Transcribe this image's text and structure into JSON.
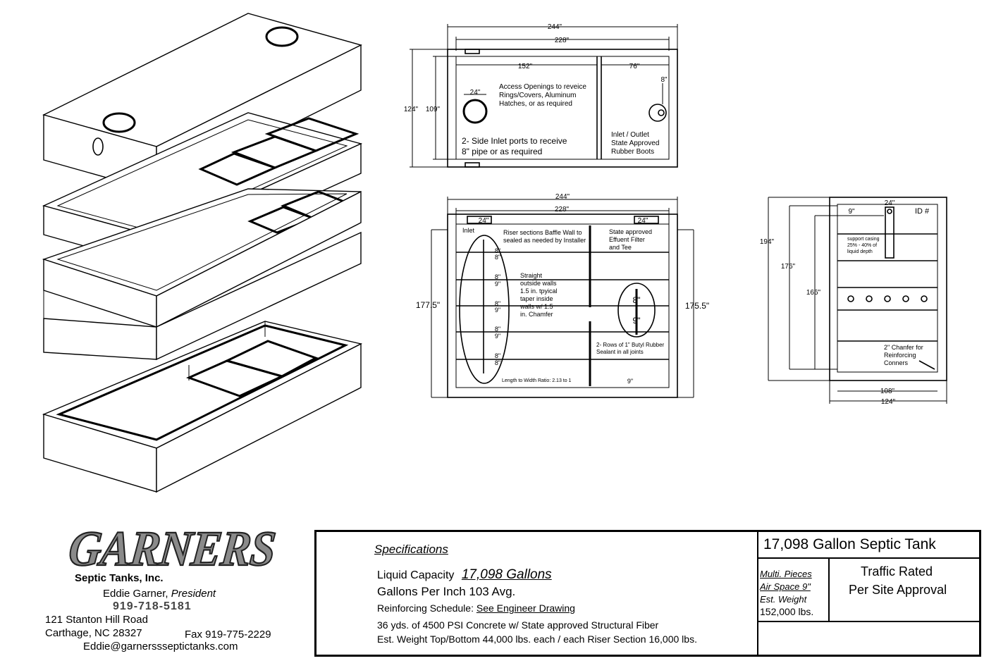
{
  "top_view": {
    "dim_overall": "244\"",
    "dim_inner": "228\"",
    "dim_left_comp": "152\"",
    "dim_right_comp": "76\"",
    "dim_outer_h": "124\"",
    "dim_inner_h": "109\"",
    "dim_access": "24\"",
    "dim_inlet": "8\"",
    "note_access_1": "Access Openings to reveice",
    "note_access_2": "Rings/Covers, Aluminum",
    "note_access_3": "Hatches, or as required",
    "note_inlet_1": "2- Side Inlet ports to receive",
    "note_inlet_2": "8\" pipe or as required",
    "note_boot_1": "Inlet / Outlet",
    "note_boot_2": "State Approved",
    "note_boot_3": "Rubber Boots"
  },
  "side_view": {
    "dim_overall": "244\"",
    "dim_inner": "228\"",
    "dim_left_24": "24\"",
    "dim_right_24": "24\"",
    "dim_left_h": "177.5\"",
    "dim_right_h": "175.5\"",
    "label_inlet": "Inlet",
    "note_riser_1": "Riser sections Baffle Wall to",
    "note_riser_2": "sealed as needed by Installer",
    "note_filter_1": "State approved",
    "note_filter_2": "Effuent Filter",
    "note_filter_3": "and Tee",
    "note_walls_1": "Straight",
    "note_walls_2": "outside walls",
    "note_walls_3": "1.5 in. tpyical",
    "note_walls_4": "taper inside",
    "note_walls_5": "walls w/  1.5",
    "note_walls_6": "in. Chamfer",
    "note_rows_1": "2- Rows of 1\" Butyl Rubber",
    "note_rows_2": "Sealant in all joints",
    "note_ratio": "Length to Width Ratio: 2.13 to 1",
    "dim_9": "9\"",
    "joint_8": "8\"",
    "joint_9": "9\""
  },
  "end_view": {
    "dim_24": "24\"",
    "dim_9": "9\"",
    "label_id": "ID #",
    "dim_194": "194\"",
    "dim_176": "176\"",
    "dim_166": "166\"",
    "note_casing_1": "support casing",
    "note_casing_2": "25% - 40% of",
    "note_casing_3": "liquid depth",
    "note_chamfer_1": "2\" Chanfer for",
    "note_chamfer_2": "Reinforcing",
    "note_chamfer_3": "Conners",
    "dim_108": "108\"",
    "dim_124": "124\""
  },
  "logo": {
    "name": "GARNERS",
    "subtitle": "Septic Tanks, Inc.",
    "person": "Eddie Garner,",
    "role": "President",
    "phone": "919-718-5181",
    "address_1": "121 Stanton Hill Road",
    "address_2": "Carthage, NC 28327",
    "fax": "Fax 919-775-2229",
    "email": "Eddie@garnerssseptictanks.com"
  },
  "title_block": {
    "spec_heading": "Specifications",
    "liquid_label": "Liquid Capacity",
    "liquid_value": "17,098  Gallons",
    "gpi": "Gallons Per Inch  103 Avg.",
    "reinf_label": "Reinforcing Schedule:",
    "reinf_value": "See Engineer Drawing",
    "concrete": "36 yds. of 4500 PSI Concrete w/ State approved Structural Fiber",
    "weight_note": "Est. Weight Top/Bottom 44,000 lbs. each / each Riser Section 16,000 lbs.",
    "tank_title": "17,098 Gallon Septic Tank",
    "multi": "Multi. Pieces",
    "air": "Air Space 9\"",
    "est_label": "Est. Weight",
    "est_value": "152,000 lbs.",
    "traffic_1": "Traffic Rated",
    "traffic_2": "Per Site Approval"
  }
}
